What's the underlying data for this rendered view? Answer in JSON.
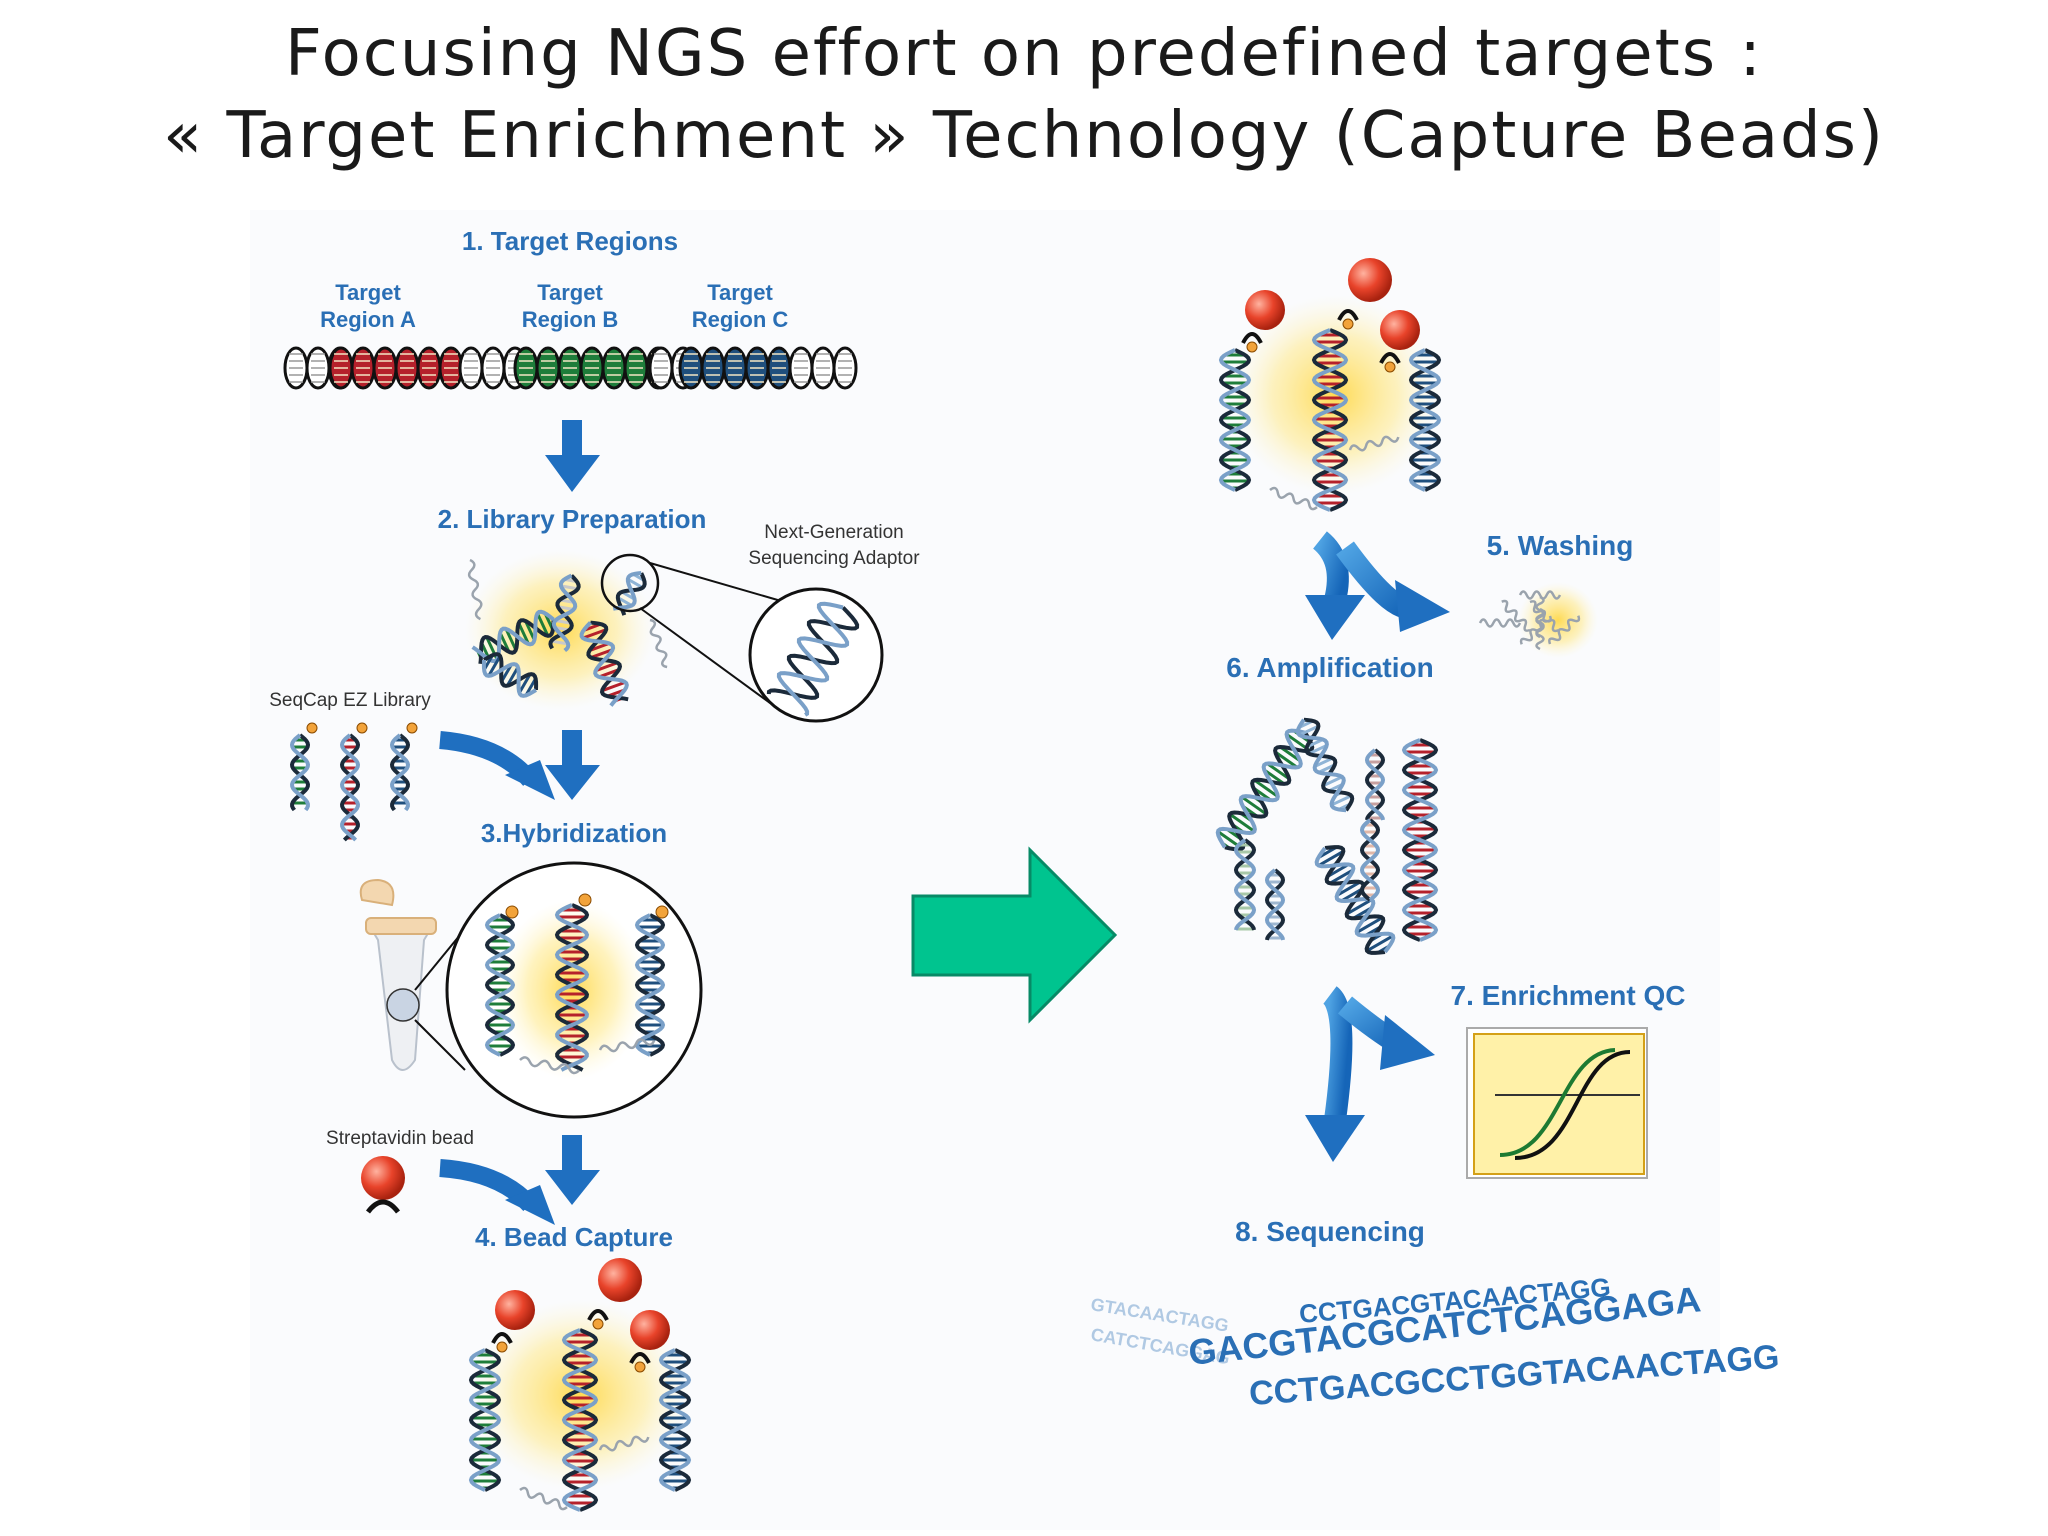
{
  "title": {
    "line1": "Focusing NGS effort on predefined targets :",
    "line2": "« Target Enrichment » Technology (Capture Beads)"
  },
  "steps": {
    "s1": "1. Target Regions",
    "s2": "2. Library Preparation",
    "s3": "3.Hybridization",
    "s4": "4. Bead Capture",
    "s5": "5. Washing",
    "s6": "6. Amplification",
    "s7": "7. Enrichment QC",
    "s8": "8. Sequencing"
  },
  "regions": {
    "a1": "Target",
    "a2": "Region A",
    "b1": "Target",
    "b2": "Region B",
    "c1": "Target",
    "c2": "Region C"
  },
  "annotations": {
    "adaptor1": "Next-Generation",
    "adaptor2": "Sequencing Adaptor",
    "library": "SeqCap EZ Library",
    "bead": "Streptavidin bead"
  },
  "sequences": {
    "line1": "CCTGACGTACAACTAGG",
    "line2": "GACGTACGCATCTCAGGAGA",
    "line3": "CCTGACGCCTGGTACAACTAGG",
    "faint1": "GTACAACTAGG",
    "faint2": "CATCTCAGGAG"
  },
  "colors": {
    "blue": "#2a6fb5",
    "arrow_green": "#00c48f",
    "strand_red": "#b5212b",
    "strand_green": "#1e7d3a",
    "strand_navy": "#1f4f7d",
    "bead": "#e8432a",
    "glow": "#ffd84a"
  },
  "icons": [
    "dna-helix-icon",
    "streptavidin-bead-icon",
    "tube-icon",
    "qc-chart-icon",
    "flow-arrow-icon"
  ]
}
